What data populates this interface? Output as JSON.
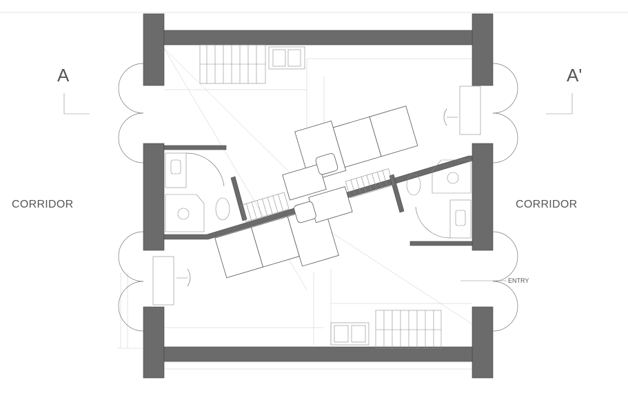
{
  "labels": {
    "corridor_left": "CORRIDOR",
    "corridor_right": "CORRIDOR",
    "section_left": "A",
    "section_right": "A'",
    "entry": "ENTRY"
  },
  "colors": {
    "wall": "#6b6b6b",
    "line": "#888888",
    "text": "#555555"
  }
}
